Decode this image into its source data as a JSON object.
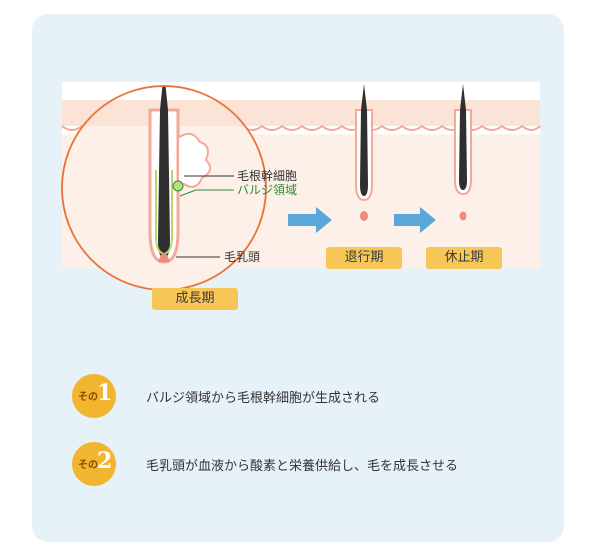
{
  "labels": {
    "hair_root_cell": "毛根幹細胞",
    "bulge_region": "バルジ領域",
    "dermal_papilla": "毛乳頭"
  },
  "stages": [
    {
      "label": "成長期"
    },
    {
      "label": "退行期"
    },
    {
      "label": "休止期"
    }
  ],
  "steps": [
    {
      "badge_word": "その",
      "badge_number": "1",
      "text": "バルジ領域から毛根幹細胞が生成される"
    },
    {
      "badge_word": "その",
      "badge_number": "2",
      "text": "毛乳頭が血液から酸素と栄養供給し、毛を成長させる"
    }
  ],
  "colors": {
    "panel_bg": "#e7f1f8",
    "skin": "#fbe3d6",
    "skin_edge": "#f3a99a",
    "circle": "#e8743a",
    "tag": "#f6c657",
    "arrow": "#5aa7d9",
    "bulge": "#2e8b3a",
    "badge": "#f2b530"
  }
}
